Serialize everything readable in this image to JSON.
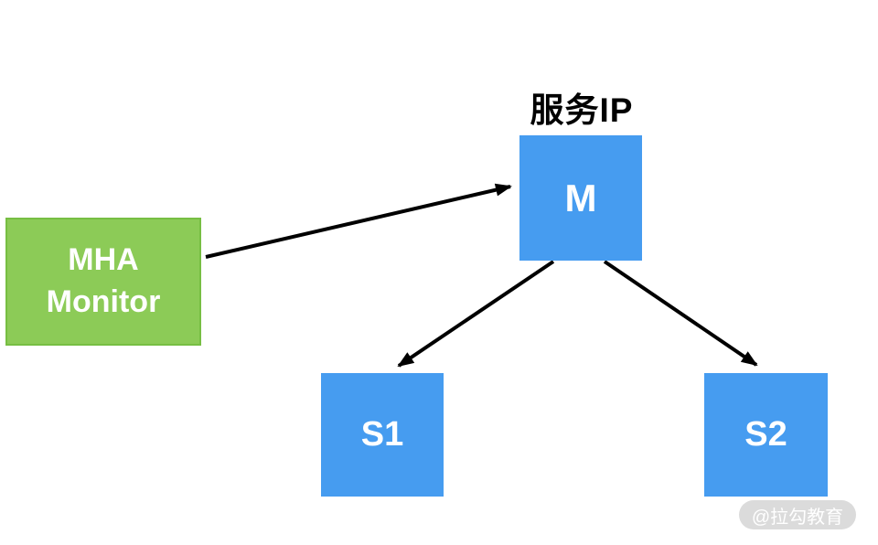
{
  "title": "服务IP",
  "nodes": {
    "monitor": {
      "label": "MHA Monitor",
      "role": "mha-monitor",
      "color": "green"
    },
    "master": {
      "label": "M",
      "role": "master",
      "color": "blue"
    },
    "slave1": {
      "label": "S1",
      "role": "slave",
      "color": "blue"
    },
    "slave2": {
      "label": "S2",
      "role": "slave",
      "color": "blue"
    }
  },
  "edges": [
    {
      "from": "monitor",
      "to": "master"
    },
    {
      "from": "master",
      "to": "slave1"
    },
    {
      "from": "master",
      "to": "slave2"
    }
  ],
  "watermark": "@拉勾教育",
  "colors": {
    "node-blue": "#469CF0",
    "node-green": "#8CCB57",
    "green-border": "#77BE43",
    "arrow": "#000000",
    "watermark-bg": "#D8D8D8",
    "watermark-text": "#FFFFFF",
    "title-color": "#000000",
    "node-label": "#FFFFFF"
  }
}
